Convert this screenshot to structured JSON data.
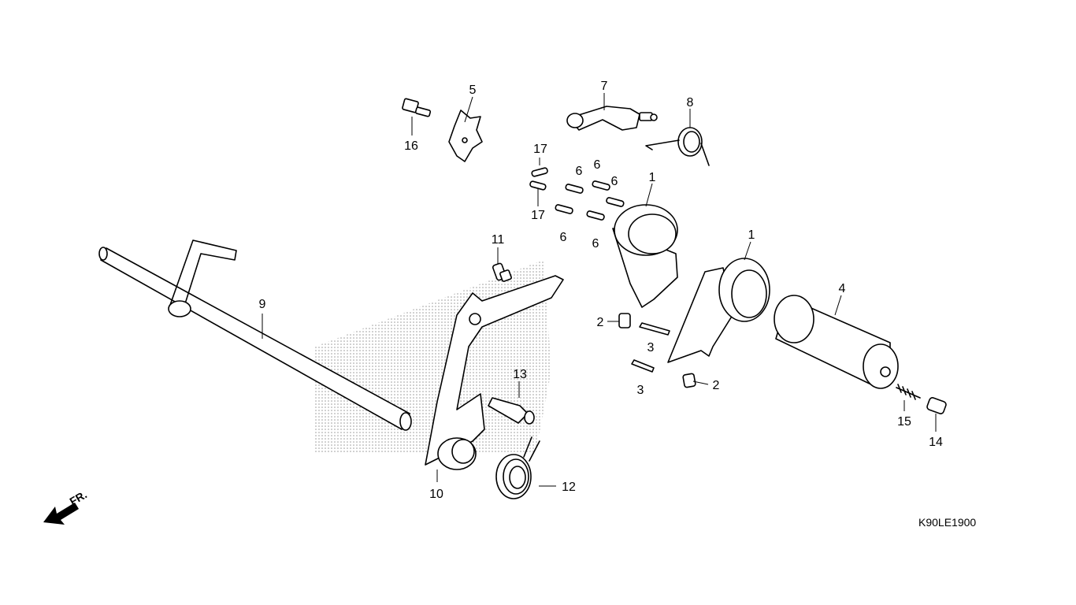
{
  "diagram": {
    "code": "K90LE1900",
    "direction_label": "FR.",
    "direction_icon": "arrow-front-icon",
    "callouts": [
      "1",
      "1",
      "2",
      "2",
      "3",
      "3",
      "4",
      "5",
      "6",
      "6",
      "6",
      "6",
      "6",
      "7",
      "8",
      "9",
      "10",
      "11",
      "12",
      "13",
      "14",
      "15",
      "16",
      "17",
      "17"
    ]
  }
}
